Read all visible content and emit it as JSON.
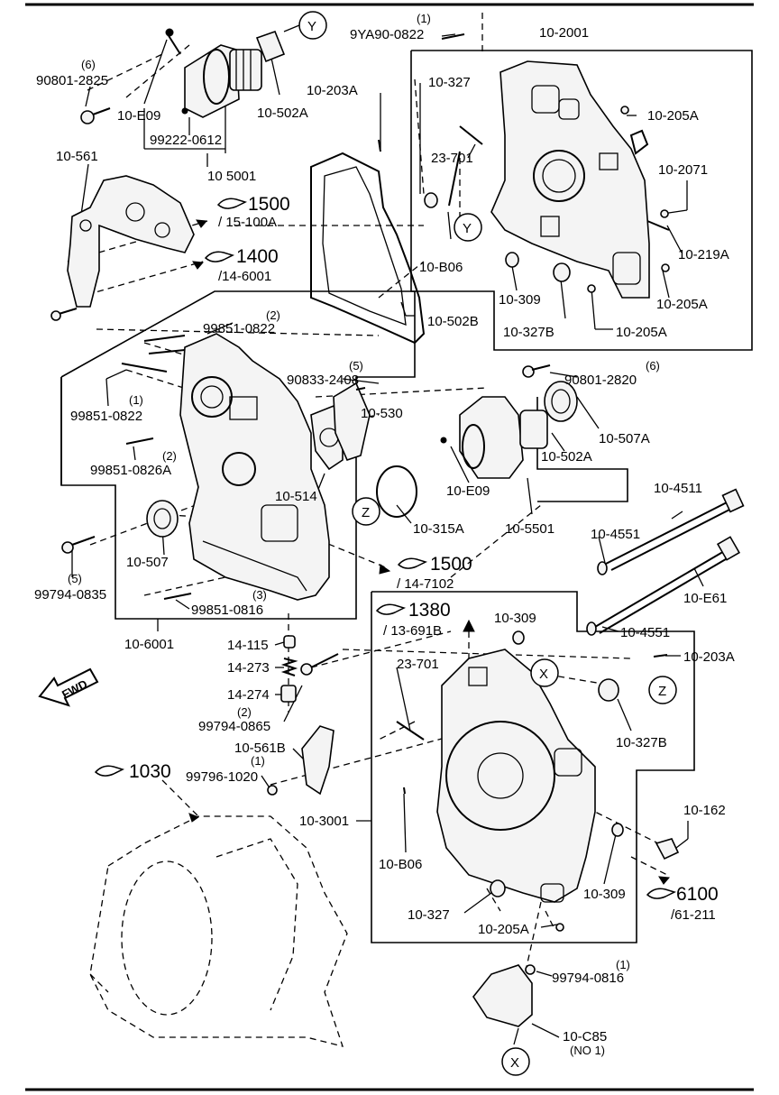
{
  "labels": {
    "p9YA90": "9YA90-0822",
    "p9YA90_qty": "(1)",
    "p10_2001": "10-2001",
    "p90801_2825": "90801-2825",
    "p90801_2825_qty": "(6)",
    "p10_E09_top": "10-E09",
    "p99222": "99222-0612",
    "p10_502A_top": "10-502A",
    "p10_5001": "10 5001",
    "p10_203A_top": "10-203A",
    "p10_327_top": "10-327",
    "p10_205A_tr": "10-205A",
    "p23_701_top": "23-701",
    "p10_2071": "10-2071",
    "p10_219A": "10-219A",
    "p10_B06_top": "10-B06",
    "p10_309_top": "10-309",
    "p10_205A_r": "10-205A",
    "p10_327B_top": "10-327B",
    "p10_205A_b": "10-205A",
    "p10_561": "10-561",
    "ref1500a": "1500",
    "ref1500a_sub": "/ 15-100A",
    "ref1400": "1400",
    "ref1400_sub": "/14-6001",
    "p10_502B": "10-502B",
    "p99851_0822_a": "99851-0822",
    "p99851_0822_a_qty": "(2)",
    "p99851_0822_b": "99851-0822",
    "p99851_0822_b_qty": "(1)",
    "p90833_2408": "90833-2408",
    "p90833_2408_qty": "(5)",
    "p10_530": "10-530",
    "p99851_0826A": "99851-0826A",
    "p99851_0826A_qty": "(2)",
    "p10_514": "10-514",
    "p10_507": "10-507",
    "p99794_0835": "99794-0835",
    "p99794_0835_qty": "(5)",
    "p99851_0816": "99851-0816",
    "p99851_0816_qty": "(3)",
    "p10_6001": "10-6001",
    "p90801_2820": "90801-2820",
    "p90801_2820_qty": "(6)",
    "p10_507A": "10-507A",
    "p10_502A_mid": "10-502A",
    "p10_E09_mid": "10-E09",
    "p10_315A": "10-315A",
    "p10_5501": "10-5501",
    "p10_4511": "10-4511",
    "p10_4551_a": "10-4551",
    "p10_E61": "10-E61",
    "p10_4551_b": "10-4551",
    "ref1500b": "1500",
    "ref1500b_sub": "/ 14-7102",
    "ref1380": "1380",
    "ref1380_sub": "/ 13-691B",
    "p10_309_mid": "10-309",
    "p10_203A_mid": "10-203A",
    "p14_115": "14-115",
    "p14_273": "14-273",
    "p14_274": "14-274",
    "p23_701_mid": "23-701",
    "p10_327B_mid": "10-327B",
    "p99794_0865": "99794-0865",
    "p99794_0865_qty": "(2)",
    "p10_561B": "10-561B",
    "p99796_1020": "99796-1020",
    "p99796_1020_qty": "(1)",
    "ref1030": "1030",
    "p10_3001": "10-3001",
    "p10_162": "10-162",
    "p10_B06_bot": "10-B06",
    "p10_309_bot": "10-309",
    "ref6100": "6100",
    "ref6100_sub": "/61-211",
    "p10_327_bot": "10-327",
    "p10_205A_bot": "10-205A",
    "p99794_0816": "99794-0816",
    "p99794_0816_qty": "(1)",
    "p10_C85": "10-C85",
    "p10_C85_note": "(NO 1)",
    "fwd": "FWD"
  },
  "callouts": {
    "Y": "Y",
    "X": "X",
    "Z": "Z"
  },
  "icons": {
    "reference_arrow": "hand-pointer-icon",
    "forward_arrow": "fwd-arrow-icon"
  }
}
